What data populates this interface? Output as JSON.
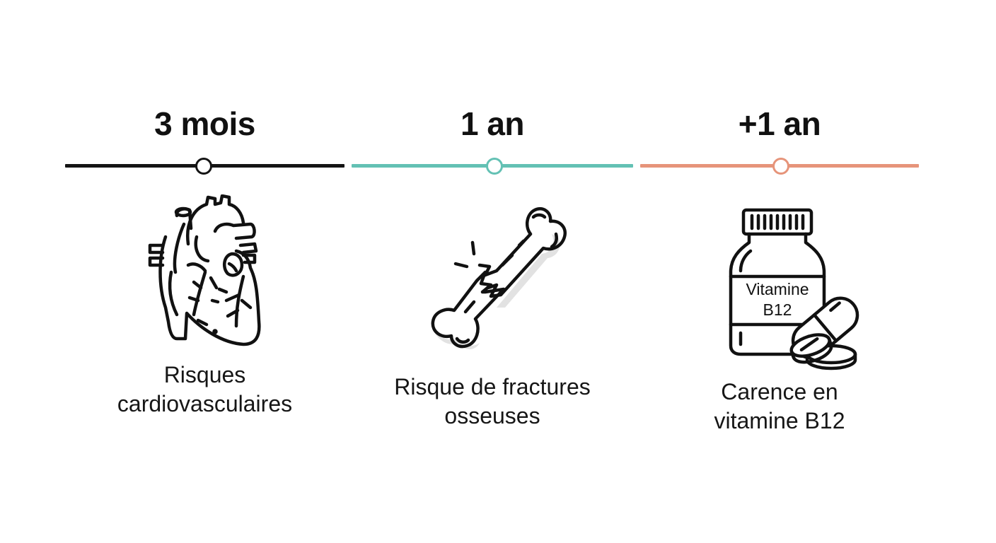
{
  "timeline": {
    "colors": {
      "stage1": "#141414",
      "stage2": "#63c1b4",
      "stage3": "#e6947a"
    },
    "stages": [
      {
        "label": "3 mois",
        "icon": "heart-anatomy-icon",
        "caption_line1": "Risques",
        "caption_line2": "cardiovasculaires"
      },
      {
        "label": "1 an",
        "icon": "broken-bone-icon",
        "caption_line1": "Risque de fractures",
        "caption_line2": "osseuses"
      },
      {
        "label": "+1 an",
        "icon": "vitamin-bottle-icon",
        "bottle_label_line1": "Vitamine",
        "bottle_label_line2": "B12",
        "caption_line1": "Carence en",
        "caption_line2": "vitamine B12"
      }
    ]
  }
}
